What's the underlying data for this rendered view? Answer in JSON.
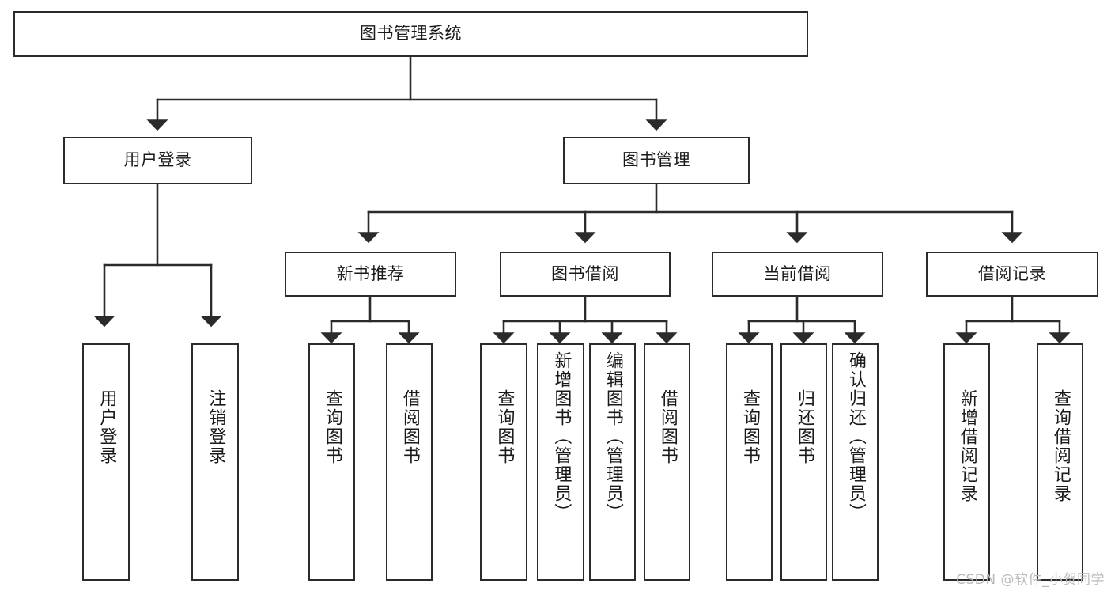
{
  "diagram": {
    "title": "图书管理系统",
    "type": "tree-hierarchy",
    "watermark": "CSDN @软件_小贺同学",
    "colors": {
      "stroke": "#2b2b2b",
      "fill": "#ffffff",
      "text": "#1a1a1a",
      "watermark": "#b9b9b9"
    },
    "nodes": {
      "root": {
        "label": "图书管理系统"
      },
      "level2": [
        {
          "id": "user-login",
          "label": "用户登录"
        },
        {
          "id": "book-manage",
          "label": "图书管理"
        }
      ],
      "level3": [
        {
          "id": "new-book-rec",
          "label": "新书推荐"
        },
        {
          "id": "book-borrow",
          "label": "图书借阅"
        },
        {
          "id": "current-borrow",
          "label": "当前借阅"
        },
        {
          "id": "borrow-record",
          "label": "借阅记录"
        }
      ],
      "leaves": [
        {
          "id": "leaf-user-login",
          "label": "用户登录",
          "parent": "user-login"
        },
        {
          "id": "leaf-user-logout",
          "label": "注销登录",
          "parent": "user-login"
        },
        {
          "id": "leaf-query-book-1",
          "label": "查询图书",
          "parent": "new-book-rec"
        },
        {
          "id": "leaf-borrow-book-1",
          "label": "借阅图书",
          "parent": "new-book-rec"
        },
        {
          "id": "leaf-query-book-2",
          "label": "查询图书",
          "parent": "book-borrow"
        },
        {
          "id": "leaf-add-book",
          "label": "新增图书（管理员）",
          "parent": "book-borrow"
        },
        {
          "id": "leaf-edit-book",
          "label": "编辑图书（管理员）",
          "parent": "book-borrow"
        },
        {
          "id": "leaf-borrow-book-2",
          "label": "借阅图书",
          "parent": "book-borrow"
        },
        {
          "id": "leaf-query-book-3",
          "label": "查询图书",
          "parent": "current-borrow"
        },
        {
          "id": "leaf-return-book",
          "label": "归还图书",
          "parent": "current-borrow"
        },
        {
          "id": "leaf-confirm-return",
          "label": "确认归还（管理员）",
          "parent": "current-borrow"
        },
        {
          "id": "leaf-add-record",
          "label": "新增借阅记录",
          "parent": "borrow-record"
        },
        {
          "id": "leaf-query-record",
          "label": "查询借阅记录",
          "parent": "borrow-record"
        }
      ]
    }
  }
}
